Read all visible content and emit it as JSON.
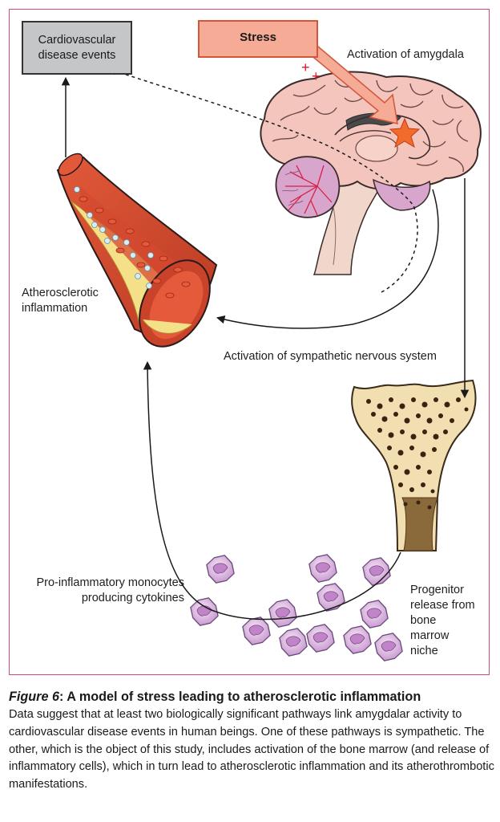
{
  "nodes": {
    "cvd_events": "Cardiovascular disease events",
    "stress": "Stress",
    "amygdala": "Activation of amygdala",
    "athero_line1": "Atherosclerotic",
    "athero_line2": "inflammation",
    "sympathetic": "Activation of sympathetic nervous system",
    "monocytes_line1": "Pro-inflammatory monocytes",
    "monocytes_line2": "producing cytokines",
    "progenitor_line1": "Progenitor",
    "progenitor_line2": "release from",
    "progenitor_line3": "bone",
    "progenitor_line4": "marrow",
    "progenitor_line5": "niche"
  },
  "symbols": {
    "plus": "+"
  },
  "caption": {
    "figure_label": "Figure 6",
    "title_rest": ": A model of stress leading to atherosclerotic inflammation",
    "body": "Data suggest that at least two biologically significant pathways link amygdalar activity to cardiovascular disease events in human beings. One of these pathways is sympathetic. The other, which is the object of this study, includes activation of the bone marrow (and release of inflammatory cells), which in turn lead to atherosclerotic inflammation and its atherothrombotic manifestations."
  },
  "colors": {
    "frame": "#d04a73",
    "stress_fill": "#f6ab96",
    "cvd_fill": "#c4c6c8",
    "brain": "#f4c5bd",
    "brainstem": "#f1d6cb",
    "cerebellum": "#d8a5cc",
    "star": "#f06b2c",
    "vessel": "#cf4a2e",
    "plaque": "#f3e089",
    "bone": "#f1dfb2",
    "monocyte": "#e2bbe0"
  }
}
